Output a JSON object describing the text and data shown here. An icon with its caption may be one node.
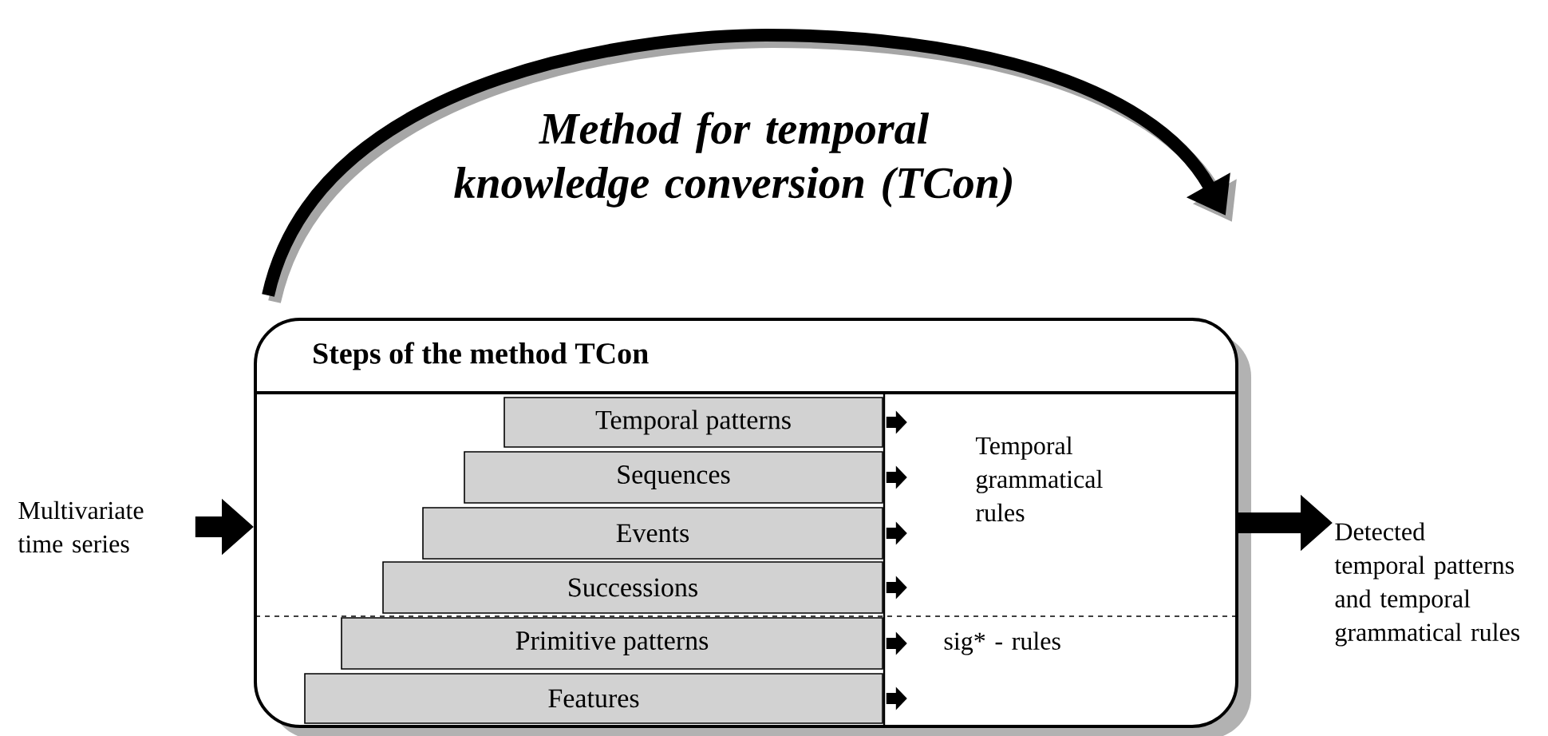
{
  "diagram": {
    "title": "Method for temporal knowledge conversion (TCon)",
    "nodes": [
      {
        "text": [
          "Steps of the method TCon"
        ]
      },
      {
        "text": [
          "Temporal patterns"
        ],
        "in": 0
      },
      {
        "text": [
          "Sequences"
        ],
        "in": 0
      },
      {
        "text": [
          "Events"
        ],
        "in": 0
      },
      {
        "text": [
          "Successions"
        ],
        "in": 0
      },
      {
        "text": [
          "Primitive patterns"
        ],
        "in": 0
      },
      {
        "text": [
          "Features"
        ],
        "in": 0
      },
      {
        "text": [
          "Temporal grammatical rules"
        ],
        "in": 0
      },
      {
        "text": [
          "sig* - rules"
        ],
        "in": 0
      },
      {
        "text": [
          "Multivariate time series"
        ]
      },
      {
        "text": [
          "Detected temporal patterns and temporal grammatical rules"
        ]
      }
    ],
    "edges": [
      {
        "from": 9,
        "to": 0,
        "arrow": "to",
        "style": "thick"
      },
      {
        "from": 0,
        "to": 10,
        "arrow": "to",
        "style": "thick"
      },
      {
        "from": 1,
        "to": null,
        "arrow": "to"
      },
      {
        "from": 2,
        "to": null,
        "arrow": "to"
      },
      {
        "from": 3,
        "to": null,
        "arrow": "to"
      },
      {
        "from": 4,
        "to": null,
        "arrow": "to"
      },
      {
        "from": 5,
        "to": null,
        "arrow": "to"
      },
      {
        "from": 6,
        "to": null,
        "arrow": "to"
      }
    ]
  }
}
